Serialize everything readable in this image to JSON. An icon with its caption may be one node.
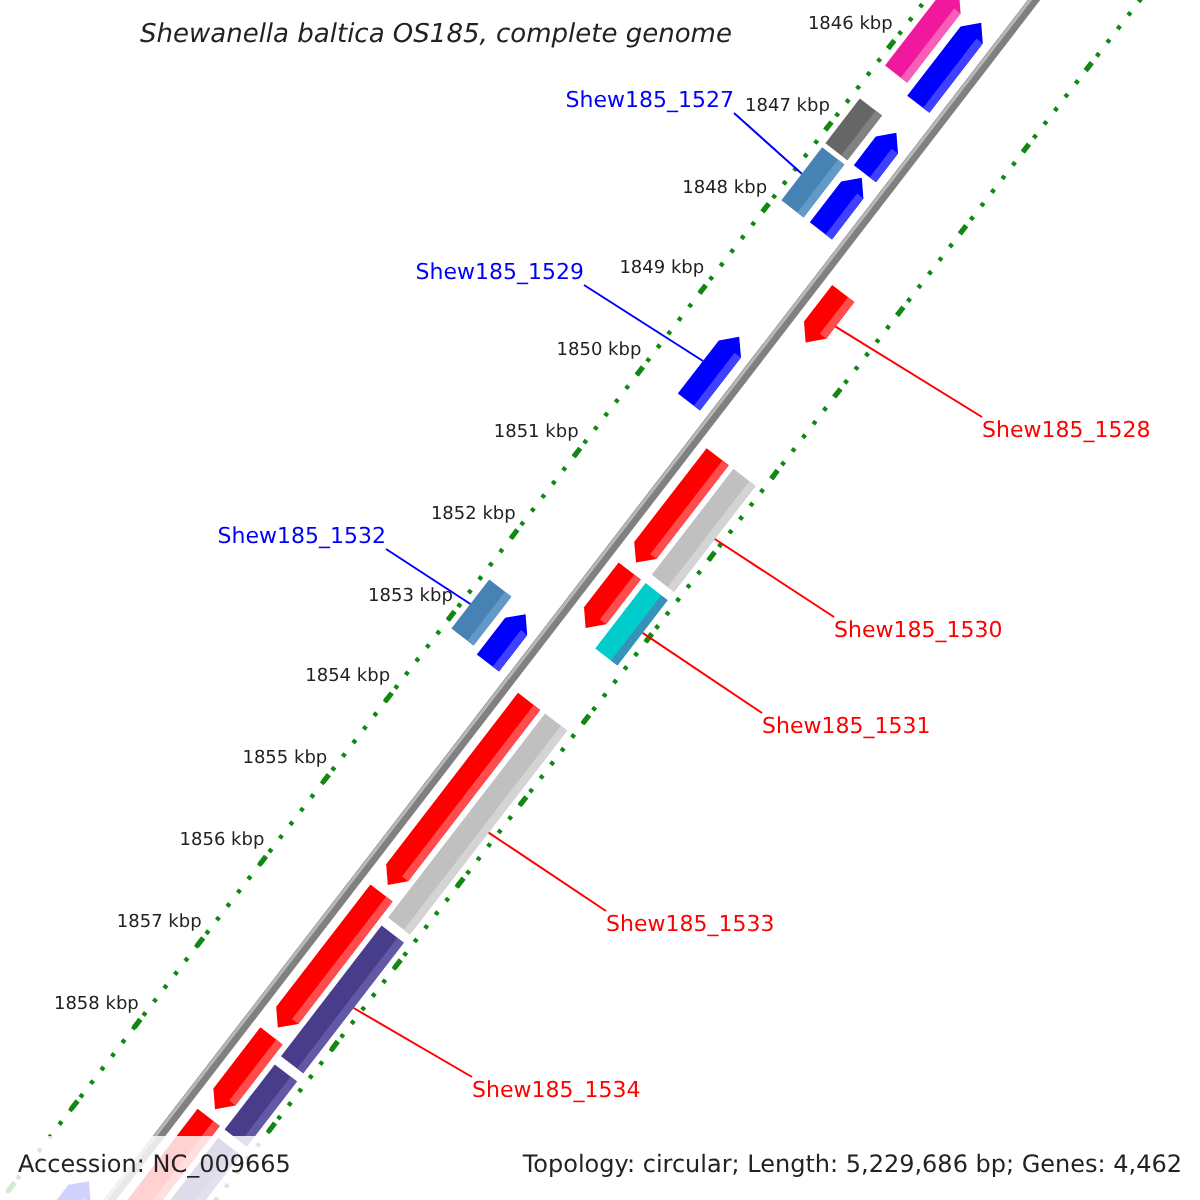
{
  "diagram": {
    "title": "Shewanella baltica OS185, complete genome",
    "nodes": [
      {
        "text": [
          "Shew185_1527"
        ]
      },
      {
        "text": [
          "Shew185_1529"
        ]
      },
      {
        "text": [
          "Shew185_1528"
        ]
      },
      {
        "text": [
          "Shew185_1532"
        ]
      },
      {
        "text": [
          "Shew185_1530"
        ]
      },
      {
        "text": [
          "Shew185_1531"
        ]
      },
      {
        "text": [
          "Shew185_1533"
        ]
      },
      {
        "text": [
          "Shew185_1534"
        ]
      },
      {
        "text": [],
        "shape": "bar"
      },
      {
        "text": [],
        "shape": "bar"
      },
      {
        "text": [],
        "shape": "bar"
      },
      {
        "text": [],
        "shape": "bar"
      },
      {
        "text": [],
        "shape": "bar"
      },
      {
        "text": [],
        "shape": "bar"
      },
      {
        "text": [],
        "shape": "bar"
      },
      {
        "text": [],
        "shape": "bar"
      }
    ],
    "edges": [
      {
        "from": 0,
        "to": 8,
        "arrow": "none",
        "color": "#0000ff"
      },
      {
        "from": 1,
        "to": 9,
        "arrow": "none",
        "color": "#0000ff"
      },
      {
        "from": 2,
        "to": 10,
        "arrow": "none",
        "color": "#ff0000"
      },
      {
        "from": 3,
        "to": 11,
        "arrow": "none",
        "color": "#0000ff"
      },
      {
        "from": 4,
        "to": 12,
        "arrow": "none",
        "color": "#ff0000"
      },
      {
        "from": 5,
        "to": 13,
        "arrow": "none",
        "color": "#ff0000"
      },
      {
        "from": 6,
        "to": 14,
        "arrow": "none",
        "color": "#ff0000"
      },
      {
        "from": 7,
        "to": 15,
        "arrow": "none",
        "color": "#ff0000"
      }
    ],
    "labels": [
      "1846 kbp",
      "1847 kbp",
      "1848 kbp",
      "1849 kbp",
      "1850 kbp",
      "1851 kbp",
      "1852 kbp",
      "1853 kbp",
      "1854 kbp",
      "1855 kbp",
      "1856 kbp",
      "1857 kbp",
      "1858 kbp",
      "Accession: NC_009665",
      "Topology: circular; Length: 5,229,686 bp; Genes: 4,462"
    ]
  }
}
